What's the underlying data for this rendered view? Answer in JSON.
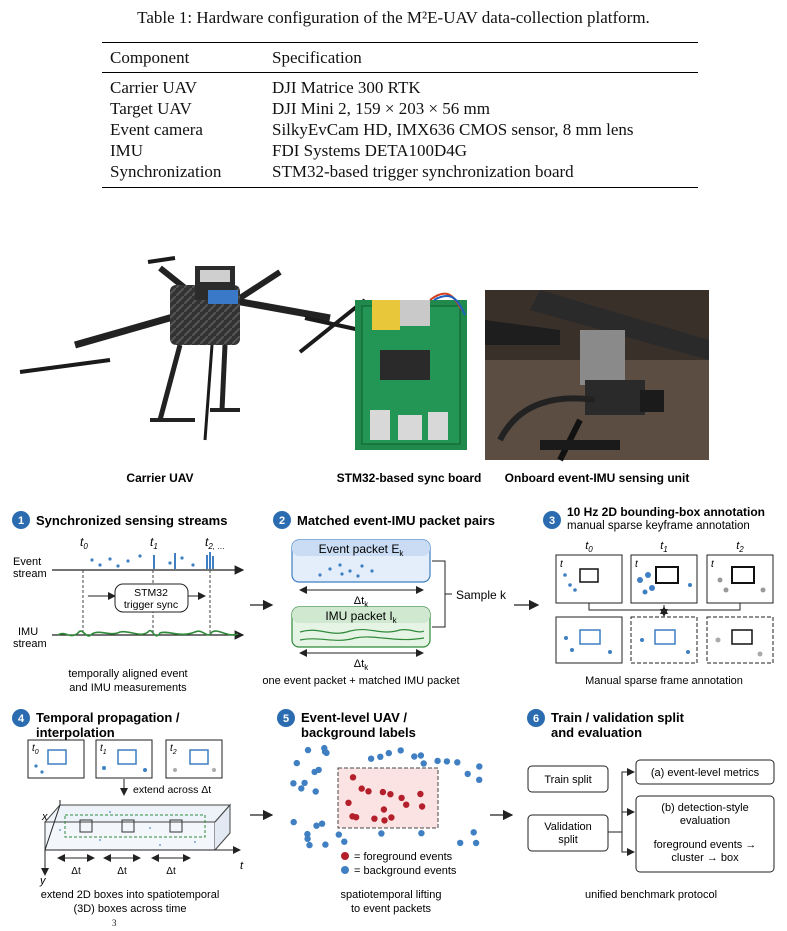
{
  "table": {
    "caption": "Table 1: Hardware configuration of the M²E-UAV data-collection platform.",
    "headers": [
      "Component",
      "Specification"
    ],
    "rows": [
      [
        "Carrier UAV",
        "DJI Matrice 300 RTK"
      ],
      [
        "Target UAV",
        "DJI Mini 2, 159 × 203 × 56 mm"
      ],
      [
        "Event camera",
        "SilkyEvCam HD, IMX636 CMOS sensor, 8 mm lens"
      ],
      [
        "IMU",
        "FDI Systems DETA100D4G"
      ],
      [
        "Synchronization",
        "STM32-based trigger synchronization board"
      ]
    ]
  },
  "photos": {
    "carrier_label": "Carrier UAV",
    "board_label": "STM32-based sync board",
    "sensing_label": "Onboard event-IMU sensing unit"
  },
  "panel1": {
    "num": "1",
    "title": "Synchronized sensing streams",
    "event_stream": [
      "Event",
      "stream"
    ],
    "imu_stream": [
      "IMU",
      "stream"
    ],
    "t0": "t",
    "t0_sub": "0",
    "t1": "t",
    "t1_sub": "1",
    "t2": "t",
    "t2_sub": "2, …",
    "sync_box": [
      "STM32",
      "trigger sync"
    ],
    "desc": [
      "temporally aligned event",
      "and IMU measurements"
    ]
  },
  "panel2": {
    "num": "2",
    "title": "Matched event-IMU packet pairs",
    "event_packet": "Event packet E",
    "event_packet_sub": "k",
    "imu_packet": "IMU packet I",
    "imu_packet_sub": "k",
    "delta": "Δt",
    "delta_sub": "k",
    "sample": "Sample k",
    "desc": "one event packet + matched IMU packet"
  },
  "panel3": {
    "num": "3",
    "title": "10 Hz 2D bounding-box annotation",
    "subtitle": "manual sparse keyframe annotation",
    "t0": "t",
    "t0_sub": "0",
    "t1": "t",
    "t1_sub": "1",
    "t2": "t",
    "t2_sub": "2",
    "desc": "Manual sparse frame annotation"
  },
  "panel4": {
    "num": "4",
    "title": [
      "Temporal propagation /",
      "interpolation"
    ],
    "t0": "t",
    "t0_sub": "0",
    "t1": "t",
    "t1_sub": "1",
    "t2": "t",
    "t2_sub": "2",
    "extend": "extend across Δt",
    "axis_x": "x",
    "axis_y": "y",
    "axis_t": "t",
    "delta": "Δt",
    "desc": [
      "extend 2D boxes into spatiotemporal",
      "(3D) boxes across time"
    ]
  },
  "panel5": {
    "num": "5",
    "title": [
      "Event-level UAV /",
      "background labels"
    ],
    "legend_fg": "= foreground events",
    "legend_bg": "= background events",
    "desc": [
      "spatiotemporal lifting",
      "to event packets"
    ]
  },
  "panel6": {
    "num": "6",
    "title": [
      "Train / validation split",
      "and evaluation"
    ],
    "train": "Train split",
    "validation": [
      "Validation",
      "split"
    ],
    "metric_a": "(a) event-level metrics",
    "metric_b": [
      "(b) detection-style",
      "evaluation"
    ],
    "metric_c": [
      "foreground events →",
      "cluster → box"
    ],
    "desc": "unified benchmark protocol"
  },
  "footer": "3",
  "colors": {
    "accent": "#2b6cb0",
    "green": "#2f8a3a",
    "red": "#b3202c",
    "blue_dot": "#3f7fc2"
  }
}
